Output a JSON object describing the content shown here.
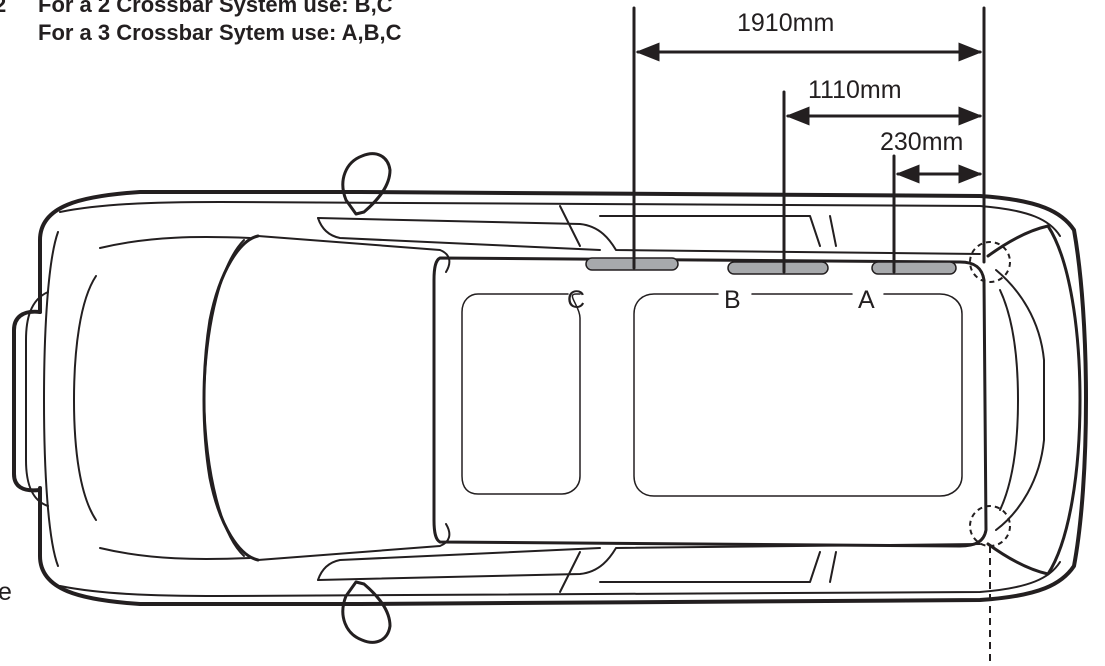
{
  "notes": {
    "line1_prefix": "2",
    "line1": "For a 2 Crossbar System use: B,C",
    "line2": "For a 3 Crossbar Sytem use: A,B,C",
    "side_fragment": "e"
  },
  "dimensions": [
    {
      "key": "c",
      "label": "1910mm"
    },
    {
      "key": "b",
      "label": "1110mm"
    },
    {
      "key": "a",
      "label": "230mm"
    }
  ],
  "positions": [
    {
      "key": "c",
      "letter": "C"
    },
    {
      "key": "b",
      "letter": "B"
    },
    {
      "key": "a",
      "letter": "A"
    }
  ]
}
